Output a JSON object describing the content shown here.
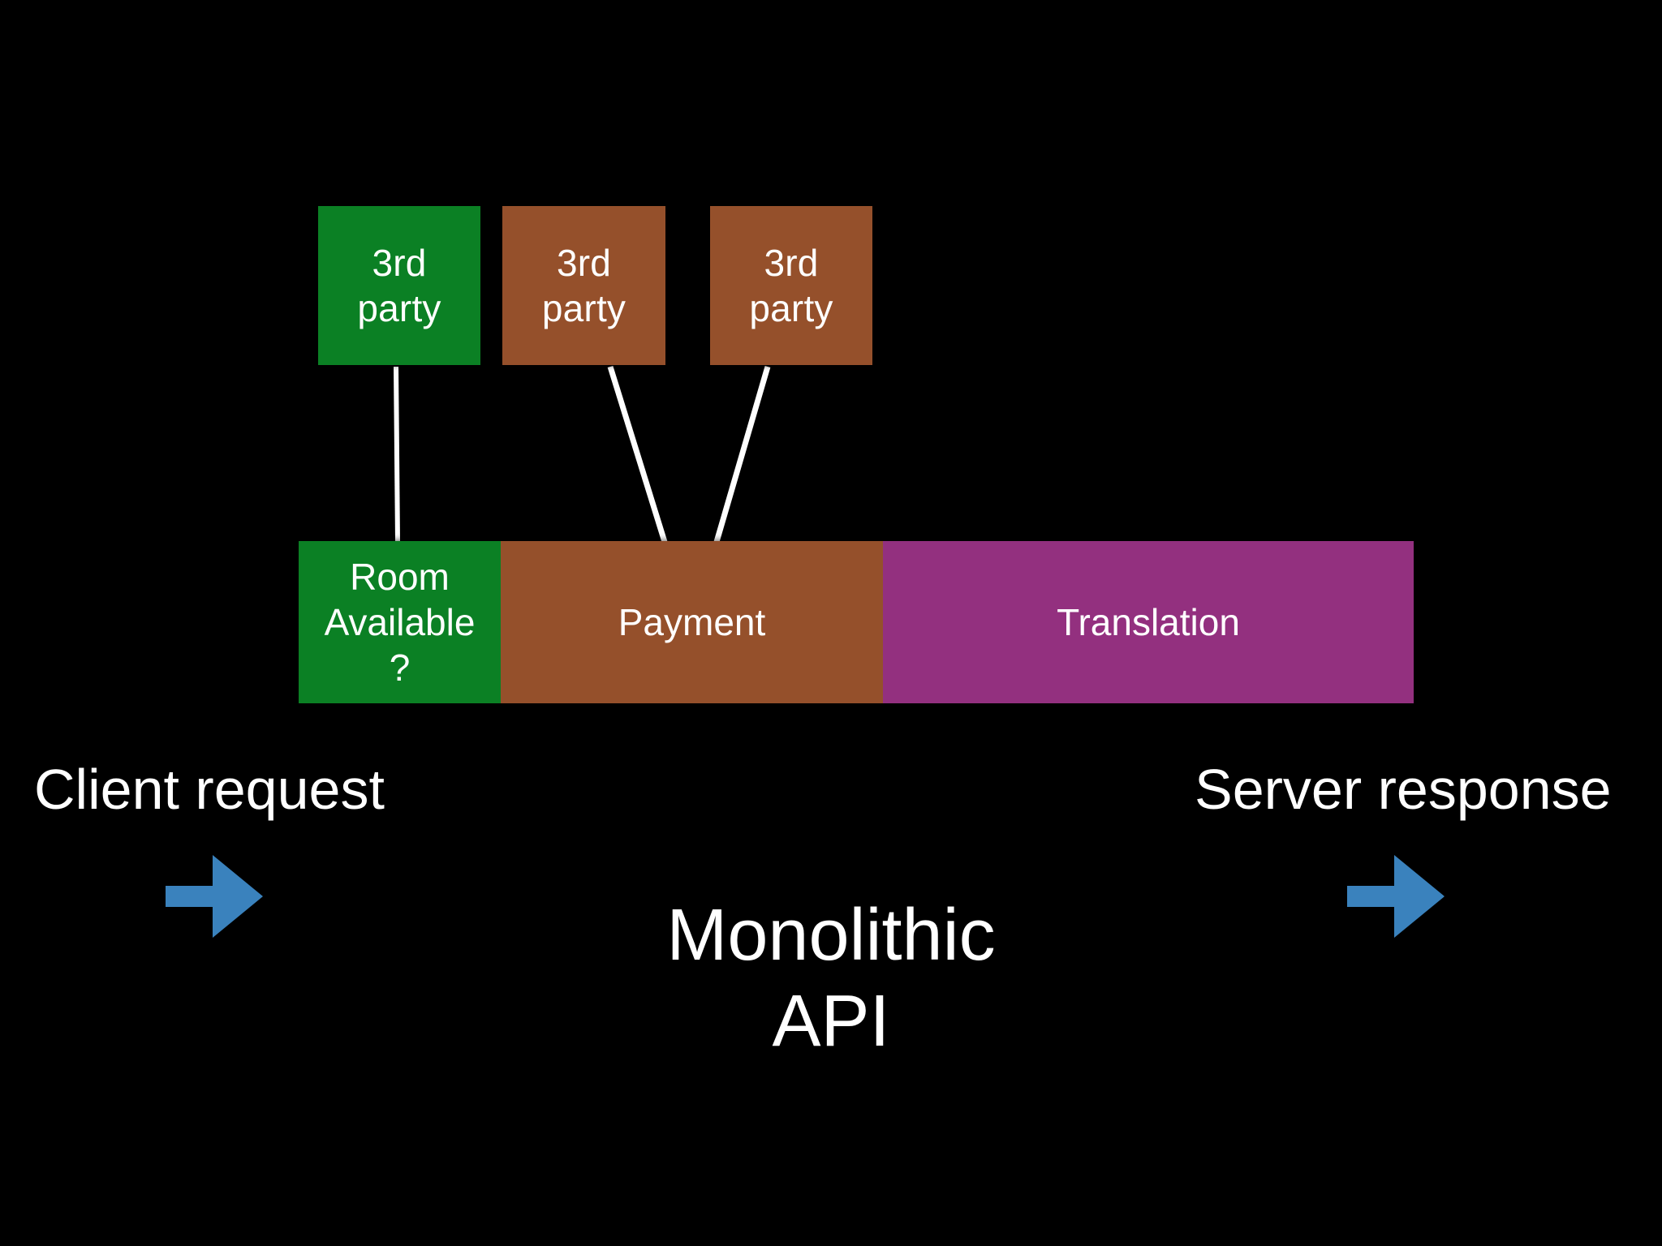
{
  "slide": {
    "background_color": "#000000",
    "title_label": "Monolithic API architecture diagram"
  },
  "palette": {
    "green": "#0b8024",
    "brown": "#95502b",
    "purple": "#93307f",
    "arrow_blue": "#3a82bd",
    "line_white": "#ffffff",
    "text_white": "#ffffff"
  },
  "third_party_boxes": [
    {
      "name": "third-party-green",
      "line1": "3rd",
      "line2": "party",
      "color": "#0b8024"
    },
    {
      "name": "third-party-brown-1",
      "line1": "3rd",
      "line2": "party",
      "color": "#95502b"
    },
    {
      "name": "third-party-brown-2",
      "line1": "3rd",
      "line2": "party",
      "color": "#95502b"
    }
  ],
  "monolith_bar": {
    "segments": [
      {
        "name": "room-available",
        "line1": "Room",
        "line2": "Available",
        "line3": "?",
        "color": "#0b8024"
      },
      {
        "name": "payment",
        "line1": "Payment",
        "line2": "",
        "line3": "",
        "color": "#95502b"
      },
      {
        "name": "translation",
        "line1": "Translation",
        "line2": "",
        "line3": "",
        "color": "#93307f"
      }
    ]
  },
  "captions": {
    "client_request": "Client request",
    "server_response": "Server response"
  },
  "center_label": {
    "line1": "Monolithic",
    "line2": "API"
  },
  "arrows": {
    "left_icon": "arrow-right-icon",
    "right_icon": "arrow-right-icon",
    "color": "#3a82bd"
  },
  "connectors": [
    {
      "name": "connector-green",
      "from": "third-party-green",
      "to": "room-available"
    },
    {
      "name": "connector-brown-1",
      "from": "third-party-brown-1",
      "to": "payment"
    },
    {
      "name": "connector-brown-2",
      "from": "third-party-brown-2",
      "to": "payment"
    }
  ]
}
